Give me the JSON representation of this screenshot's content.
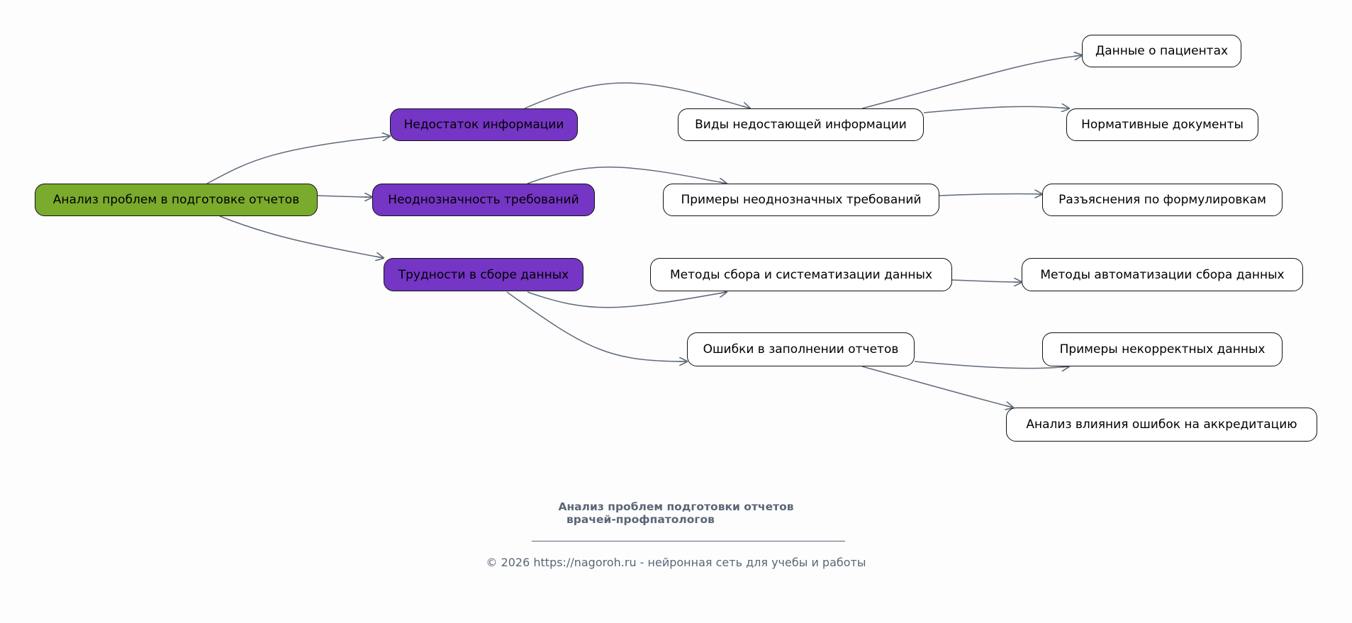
{
  "colors": {
    "root": "#7aab2c",
    "level1": "#7535c5",
    "leaf": "#ffffff",
    "edge": "#5f6b7a",
    "footer_text": "#5a6676"
  },
  "nodes": {
    "root": "Анализ проблем в подготовке отчетов",
    "lack_info": "Недостаток информации",
    "ambiguity": "Неоднозначность требований",
    "data_difficulty": "Трудности в сборе данных",
    "missing_types": "Виды недостающей информации",
    "ambiguous_examples": "Примеры неоднозначных требований",
    "collection_methods": "Методы сбора и систематизации данных",
    "filling_errors": "Ошибки в заполнении отчетов",
    "patient_data": "Данные о пациентах",
    "normative_docs": "Нормативные документы",
    "clarifications": "Разъяснения по формулировкам",
    "automation_methods": "Методы автоматизации сбора данных",
    "incorrect_examples": "Примеры некорректных данных",
    "accreditation_impact": "Анализ влияния ошибок на аккредитацию"
  },
  "footer": {
    "title_line1": "Анализ проблем подготовки отчетов",
    "title_line2": "врачей-профпатологов",
    "copyright": "© 2026 https://nagoroh.ru - нейронная сеть для учебы и работы"
  }
}
